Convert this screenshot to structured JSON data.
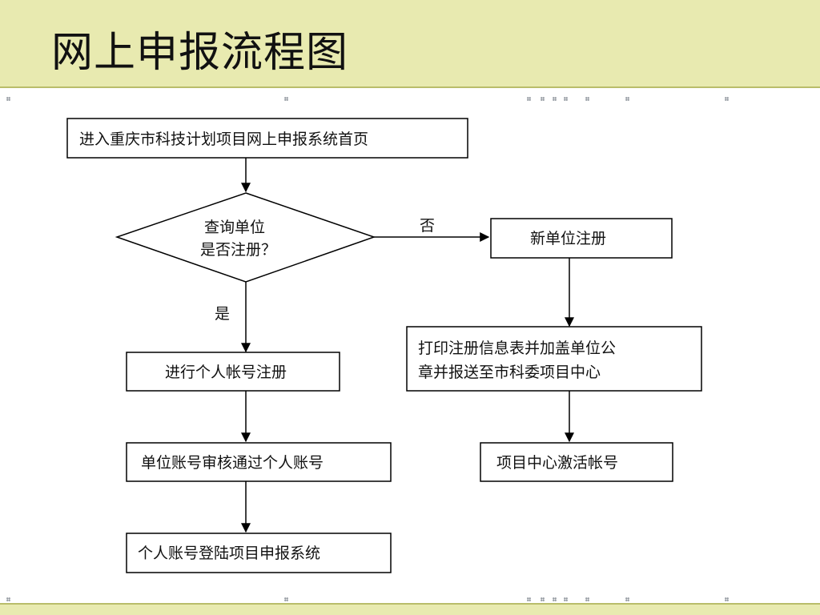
{
  "slide": {
    "title": "网上申报流程图"
  },
  "flowchart": {
    "nodes": {
      "start": "进入重庆市科技计划项目网上申报系统首页",
      "decision_line1": "查询单位",
      "decision_line2": "是否注册？",
      "new_unit": "新单位注册",
      "print_line1": "打印注册信息表并加盖单位公",
      "print_line2": "章并报送至市科委项目中心",
      "activate": "项目中心激活帐号",
      "personal_register": "进行个人帐号注册",
      "unit_approve": "单位账号审核通过个人账号",
      "login": "个人账号登陆项目申报系统"
    },
    "edges": {
      "no": "否",
      "yes": "是"
    }
  },
  "colors": {
    "band": "#e8eab0",
    "band_line": "#b9bd6a",
    "stroke": "#000000"
  }
}
